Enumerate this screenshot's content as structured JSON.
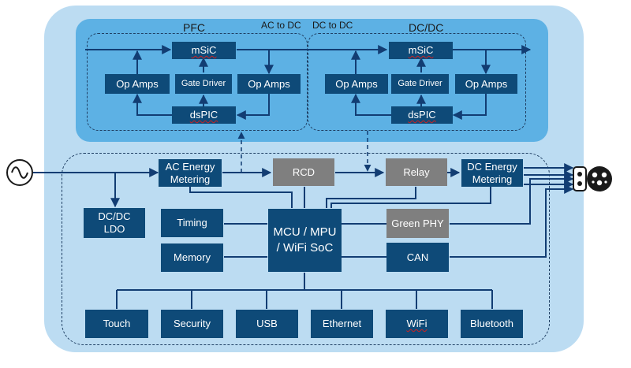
{
  "labels": {
    "pfc": "PFC",
    "dcdc_title": "DC/DC",
    "ac_to_dc": "AC to DC",
    "dc_to_dc": "DC to DC"
  },
  "pfc": {
    "msic": "mSiC",
    "op_amps_left": "Op Amps",
    "gate_driver": "Gate Driver",
    "op_amps_right": "Op Amps",
    "dspic": "dsPIC"
  },
  "dcdc": {
    "msic": "mSiC",
    "op_amps_left": "Op Amps",
    "gate_driver": "Gate Driver",
    "op_amps_right": "Op Amps",
    "dspic": "dsPIC"
  },
  "blocks": {
    "ac_energy_metering": "AC Energy\nMetering",
    "rcd": "RCD",
    "relay": "Relay",
    "dc_energy_metering": "DC Energy\nMetering",
    "dcdc_ldo": "DC/DC\nLDO",
    "timing": "Timing",
    "memory": "Memory",
    "mcu": "MCU / MPU\n/ WiFi SoC",
    "green_phy": "Green PHY",
    "can": "CAN"
  },
  "peripherals": [
    "Touch",
    "Security",
    "USB",
    "Ethernet",
    "WiFi",
    "Bluetooth"
  ],
  "colors": {
    "outer": "#bcdcf2",
    "power_band": "#5db1e4",
    "block": "#0e4a78",
    "gray_block": "#7f7f7f",
    "wire": "#123d73"
  },
  "icons": {
    "ac_source": "ac-sine-source-icon",
    "connector": "ev-charging-connector-icon"
  }
}
